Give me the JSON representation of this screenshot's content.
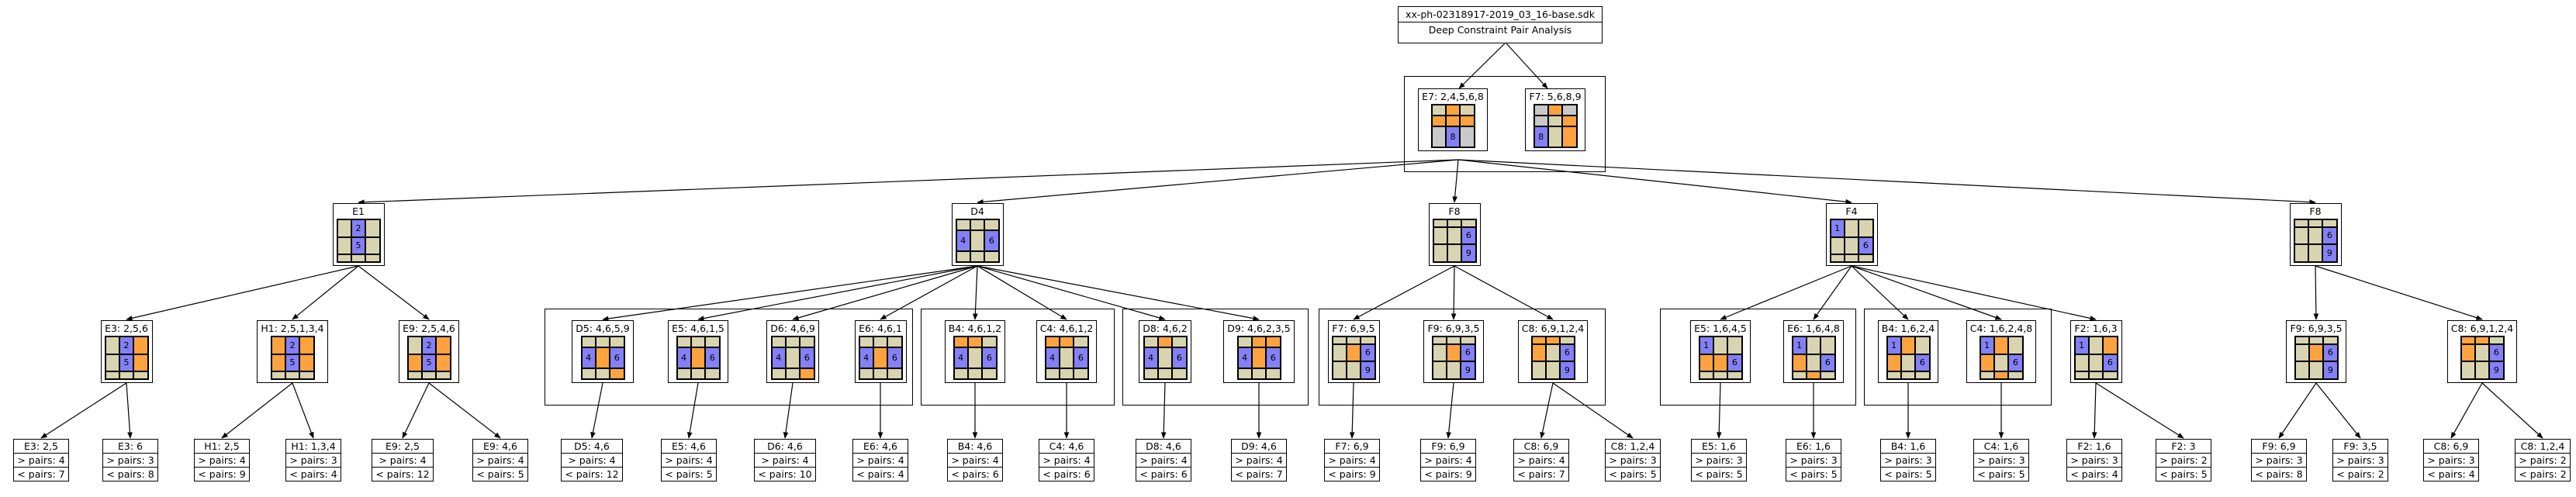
{
  "header": {
    "title": "xx-ph-02318917-2019_03_16-base.sdk",
    "subtitle": "Deep Constraint Pair Analysis"
  },
  "colors": {
    "tan": "#d8d4b0",
    "orange": "#fca340",
    "blue": "#8480f6",
    "gray": "#c9c9c9",
    "white": "#ffffff"
  },
  "level1": [
    {
      "label": "E7: 2,4,5,6,8",
      "cells": [
        "d",
        "o",
        "d",
        "o",
        "o",
        "o",
        "g",
        "b:8",
        "g"
      ]
    },
    {
      "label": "F7: 5,6,8,9",
      "cells": [
        "g",
        "o",
        "g",
        "g",
        "d",
        "o",
        "b:8",
        "d",
        "o"
      ]
    }
  ],
  "level2": [
    {
      "label": "E1",
      "cells": [
        "d",
        "b:2",
        "d",
        "d",
        "b:5",
        "d",
        "d",
        "d",
        "d"
      ]
    },
    {
      "label": "D4",
      "cells": [
        "d",
        "d",
        "d",
        "b:4",
        "d",
        "b:6",
        "d",
        "d",
        "d"
      ]
    },
    {
      "label": "F8",
      "cells": [
        "d",
        "d",
        "d",
        "d",
        "d",
        "b:6",
        "d",
        "d",
        "b:9"
      ]
    },
    {
      "label": "F4",
      "cells": [
        "b:1",
        "d",
        "d",
        "d",
        "d",
        "b:6",
        "d",
        "d",
        "d"
      ]
    },
    {
      "label": "F8",
      "cells": [
        "d",
        "d",
        "d",
        "d",
        "d",
        "b:6",
        "d",
        "d",
        "b:9"
      ]
    }
  ],
  "level3": [
    {
      "label": "E3: 2,5,6",
      "cells": [
        "d",
        "b:2",
        "o",
        "d",
        "b:5",
        "o",
        "d",
        "d",
        "d"
      ]
    },
    {
      "label": "H1: 2,5,1,3,4",
      "cells": [
        "o",
        "b:2",
        "o",
        "o",
        "b:5",
        "o",
        "d",
        "d",
        "d"
      ]
    },
    {
      "label": "E9: 2,5,4,6",
      "cells": [
        "d",
        "b:2",
        "o",
        "o",
        "b:5",
        "o",
        "d",
        "d",
        "d"
      ]
    },
    {
      "label": "D5: 4,6,5,9",
      "cells": [
        "d",
        "d",
        "d",
        "b:4",
        "o",
        "b:6",
        "d",
        "d",
        "o"
      ]
    },
    {
      "label": "E5: 4,6,1,5",
      "cells": [
        "d",
        "d",
        "d",
        "b:4",
        "o",
        "b:6",
        "d",
        "d",
        "d"
      ]
    },
    {
      "label": "D6: 4,6,9",
      "cells": [
        "d",
        "d",
        "d",
        "b:4",
        "d",
        "b:6",
        "d",
        "d",
        "o"
      ]
    },
    {
      "label": "E6: 4,6,1",
      "cells": [
        "d",
        "d",
        "d",
        "b:4",
        "o",
        "b:6",
        "d",
        "d",
        "d"
      ]
    },
    {
      "label": "B4: 4,6,1,2",
      "cells": [
        "o",
        "o",
        "d",
        "b:4",
        "d",
        "b:6",
        "d",
        "d",
        "d"
      ]
    },
    {
      "label": "C4: 4,6,1,2",
      "cells": [
        "o",
        "o",
        "d",
        "b:4",
        "d",
        "b:6",
        "d",
        "d",
        "d"
      ]
    },
    {
      "label": "D8: 4,6,2",
      "cells": [
        "d",
        "o",
        "d",
        "b:4",
        "d",
        "b:6",
        "d",
        "d",
        "d"
      ]
    },
    {
      "label": "D9: 4,6,2,3,5",
      "cells": [
        "d",
        "o",
        "o",
        "b:4",
        "o",
        "b:6",
        "d",
        "d",
        "d"
      ]
    },
    {
      "label": "F7: 6,9,5",
      "cells": [
        "d",
        "d",
        "d",
        "d",
        "o",
        "b:6",
        "d",
        "d",
        "b:9"
      ]
    },
    {
      "label": "F9: 6,9,3,5",
      "cells": [
        "d",
        "d",
        "d",
        "d",
        "o",
        "b:6",
        "d",
        "d",
        "b:9"
      ]
    },
    {
      "label": "C8: 6,9,1,2,4",
      "cells": [
        "o",
        "o",
        "d",
        "o",
        "d",
        "b:6",
        "d",
        "d",
        "b:9"
      ]
    },
    {
      "label": "E5: 1,6,4,5",
      "cells": [
        "b:1",
        "d",
        "d",
        "o",
        "o",
        "b:6",
        "d",
        "d",
        "d"
      ]
    },
    {
      "label": "E6: 1,6,4,8",
      "cells": [
        "b:1",
        "d",
        "d",
        "o",
        "d",
        "b:6",
        "d",
        "o",
        "d"
      ]
    },
    {
      "label": "B4: 1,6,2,4",
      "cells": [
        "b:1",
        "o",
        "d",
        "o",
        "d",
        "b:6",
        "d",
        "d",
        "d"
      ]
    },
    {
      "label": "C4: 1,6,2,4,8",
      "cells": [
        "b:1",
        "o",
        "d",
        "o",
        "d",
        "b:6",
        "d",
        "o",
        "d"
      ]
    },
    {
      "label": "F2: 1,6,3",
      "cells": [
        "b:1",
        "d",
        "o",
        "d",
        "d",
        "b:6",
        "d",
        "d",
        "d"
      ]
    },
    {
      "label": "F9: 6,9,3,5",
      "cells": [
        "d",
        "d",
        "d",
        "d",
        "o",
        "b:6",
        "d",
        "d",
        "b:9"
      ]
    },
    {
      "label": "C8: 6,9,1,2,4",
      "cells": [
        "o",
        "o",
        "d",
        "o",
        "d",
        "b:6",
        "d",
        "d",
        "b:9"
      ]
    }
  ],
  "level4": [
    {
      "lines": [
        "E3: 2,5",
        "> pairs: 4",
        "< pairs: 7"
      ]
    },
    {
      "lines": [
        "E3: 6",
        "> pairs: 3",
        "< pairs: 8"
      ]
    },
    {
      "lines": [
        "H1: 2,5",
        "> pairs: 4",
        "< pairs: 9"
      ]
    },
    {
      "lines": [
        "H1: 1,3,4",
        "> pairs: 3",
        "< pairs: 4"
      ]
    },
    {
      "lines": [
        "E9: 2,5",
        "> pairs: 4",
        "< pairs: 12"
      ]
    },
    {
      "lines": [
        "E9: 4,6",
        "> pairs: 4",
        "< pairs: 5"
      ]
    },
    {
      "lines": [
        "D5: 4,6",
        "> pairs: 4",
        "< pairs: 12"
      ]
    },
    {
      "lines": [
        "E5: 4,6",
        "> pairs: 4",
        "< pairs: 5"
      ]
    },
    {
      "lines": [
        "D6: 4,6",
        "> pairs: 4",
        "< pairs: 10"
      ]
    },
    {
      "lines": [
        "E6: 4,6",
        "> pairs: 4",
        "< pairs: 4"
      ]
    },
    {
      "lines": [
        "B4: 4,6",
        "> pairs: 4",
        "< pairs: 6"
      ]
    },
    {
      "lines": [
        "C4: 4,6",
        "> pairs: 4",
        "< pairs: 6"
      ]
    },
    {
      "lines": [
        "D8: 4,6",
        "> pairs: 4",
        "< pairs: 6"
      ]
    },
    {
      "lines": [
        "D9: 4,6",
        "> pairs: 4",
        "< pairs: 7"
      ]
    },
    {
      "lines": [
        "F7: 6,9",
        "> pairs: 4",
        "< pairs: 9"
      ]
    },
    {
      "lines": [
        "F9: 6,9",
        "> pairs: 4",
        "< pairs: 9"
      ]
    },
    {
      "lines": [
        "C8: 6,9",
        "> pairs: 4",
        "< pairs: 7"
      ]
    },
    {
      "lines": [
        "C8: 1,2,4",
        "> pairs: 3",
        "< pairs: 5"
      ]
    },
    {
      "lines": [
        "E5: 1,6",
        "> pairs: 3",
        "< pairs: 5"
      ]
    },
    {
      "lines": [
        "E6: 1,6",
        "> pairs: 3",
        "< pairs: 5"
      ]
    },
    {
      "lines": [
        "B4: 1,6",
        "> pairs: 3",
        "< pairs: 5"
      ]
    },
    {
      "lines": [
        "C4: 1,6",
        "> pairs: 3",
        "< pairs: 5"
      ]
    },
    {
      "lines": [
        "F2: 1,6",
        "> pairs: 3",
        "< pairs: 4"
      ]
    },
    {
      "lines": [
        "F2: 3",
        "> pairs: 2",
        "< pairs: 5"
      ]
    },
    {
      "lines": [
        "F9: 6,9",
        "> pairs: 3",
        "< pairs: 8"
      ]
    },
    {
      "lines": [
        "F9: 3,5",
        "> pairs: 3",
        "< pairs: 2"
      ]
    },
    {
      "lines": [
        "C8: 6,9",
        "> pairs: 3",
        "< pairs: 4"
      ]
    },
    {
      "lines": [
        "C8: 1,2,4",
        "> pairs: 2",
        "< pairs: 2"
      ]
    }
  ]
}
